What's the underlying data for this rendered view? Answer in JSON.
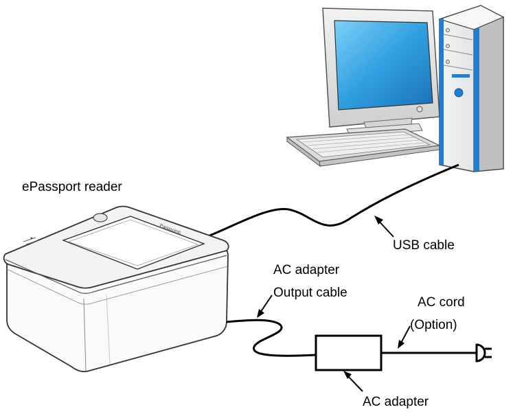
{
  "labels": {
    "reader": "ePassport reader",
    "usb_cable": "USB cable",
    "ac_adapter_output_line1": "AC adapter",
    "ac_adapter_output_line2": "Output cable",
    "ac_cord_line1": "AC cord",
    "ac_cord_line2": "(Option)",
    "ac_adapter": "AC adapter"
  },
  "device_brand": "Panasonic",
  "colors": {
    "screen_blue": "#2f9fe0",
    "tower_accent": "#1f7fd0",
    "outline": "#000000"
  }
}
